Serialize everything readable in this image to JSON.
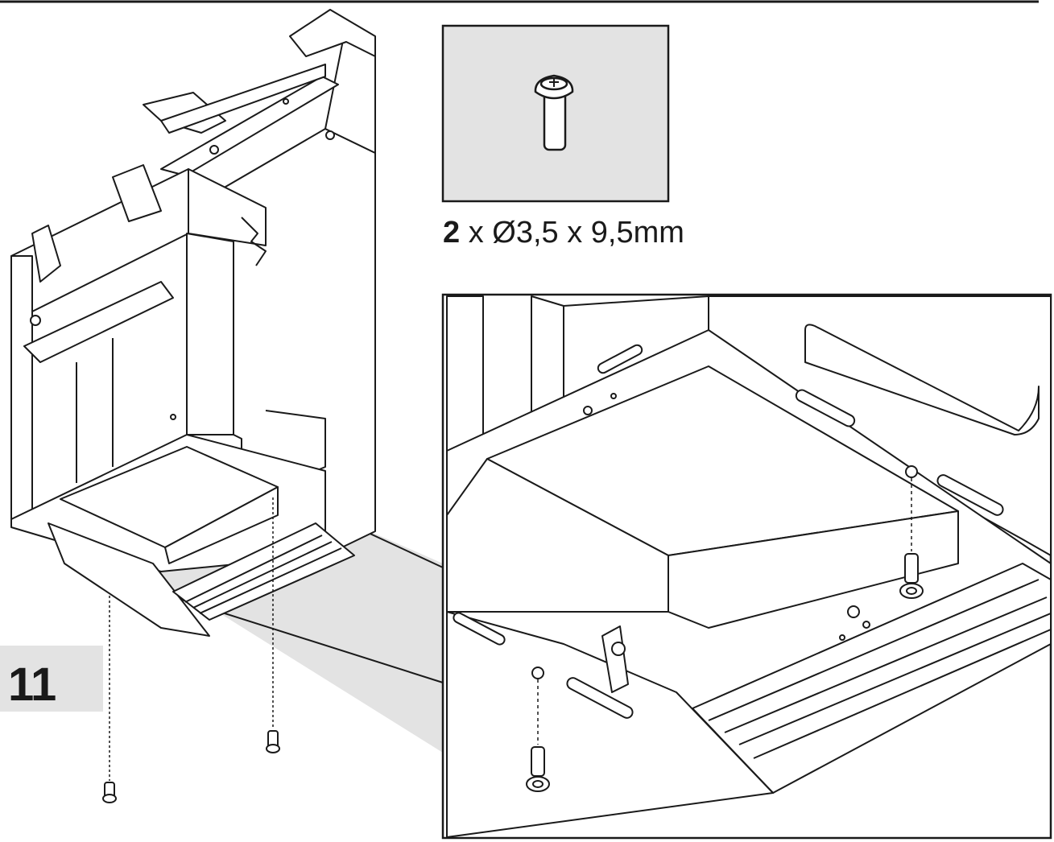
{
  "step": {
    "number": "11"
  },
  "parts": {
    "screw_quantity": "2",
    "screw_spec": " x Ø3,5 x 9,5mm"
  },
  "icons": {
    "screw": "screw-icon",
    "cabinet": "cabinet-frame-illustration",
    "detail": "detail-zoom-illustration"
  },
  "colors": {
    "line": "#1a1a1a",
    "callout_fill": "#e3e3e3",
    "paper": "#ffffff"
  }
}
